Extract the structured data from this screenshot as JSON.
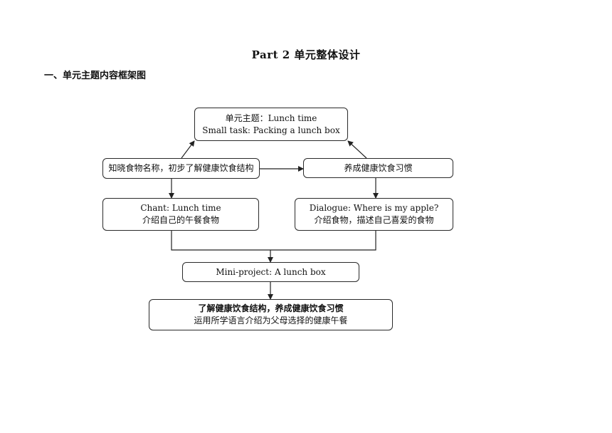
{
  "page": {
    "title": "Part 2  单元整体设计",
    "section_heading": "一、单元主题内容框架图"
  },
  "diagram": {
    "theme": {
      "line1": "单元主题：Lunch time",
      "line2": "Small task: Packing a lunch box"
    },
    "goal_left": "知晓食物名称，初步了解健康饮食结构",
    "goal_right": "养成健康饮食习惯",
    "lesson_left": {
      "line1": "Chant: Lunch time",
      "line2": "介绍自己的午餐食物"
    },
    "lesson_right": {
      "line1": "Dialogue: Where is my apple?",
      "line2": "介绍食物，描述自己喜爱的食物"
    },
    "mini_project": "Mini-project: A lunch box",
    "outcome": {
      "line1": "了解健康饮食结构，养成健康饮食习惯",
      "line2": "运用所学语言介绍为父母选择的健康午餐"
    }
  }
}
